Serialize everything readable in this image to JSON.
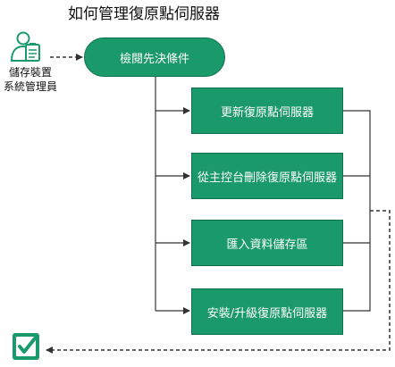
{
  "title": "如何管理復原點伺服器",
  "actor": {
    "label_line1": "儲存裝置",
    "label_line2": "系統管理員",
    "icon": "user-with-clipboard-icon"
  },
  "start": {
    "label": "檢閱先決條件"
  },
  "tasks": [
    {
      "label": "更新復原點伺服器"
    },
    {
      "label": "從主控台刪除復原點伺服器"
    },
    {
      "label": "匯入資料儲存區"
    },
    {
      "label": "安裝/升級復原點伺服器"
    }
  ],
  "end": {
    "icon": "checkbox-check-icon"
  },
  "colors": {
    "node_fill": "#1a9a6a",
    "node_border": "#12704c",
    "line": "#333333"
  }
}
